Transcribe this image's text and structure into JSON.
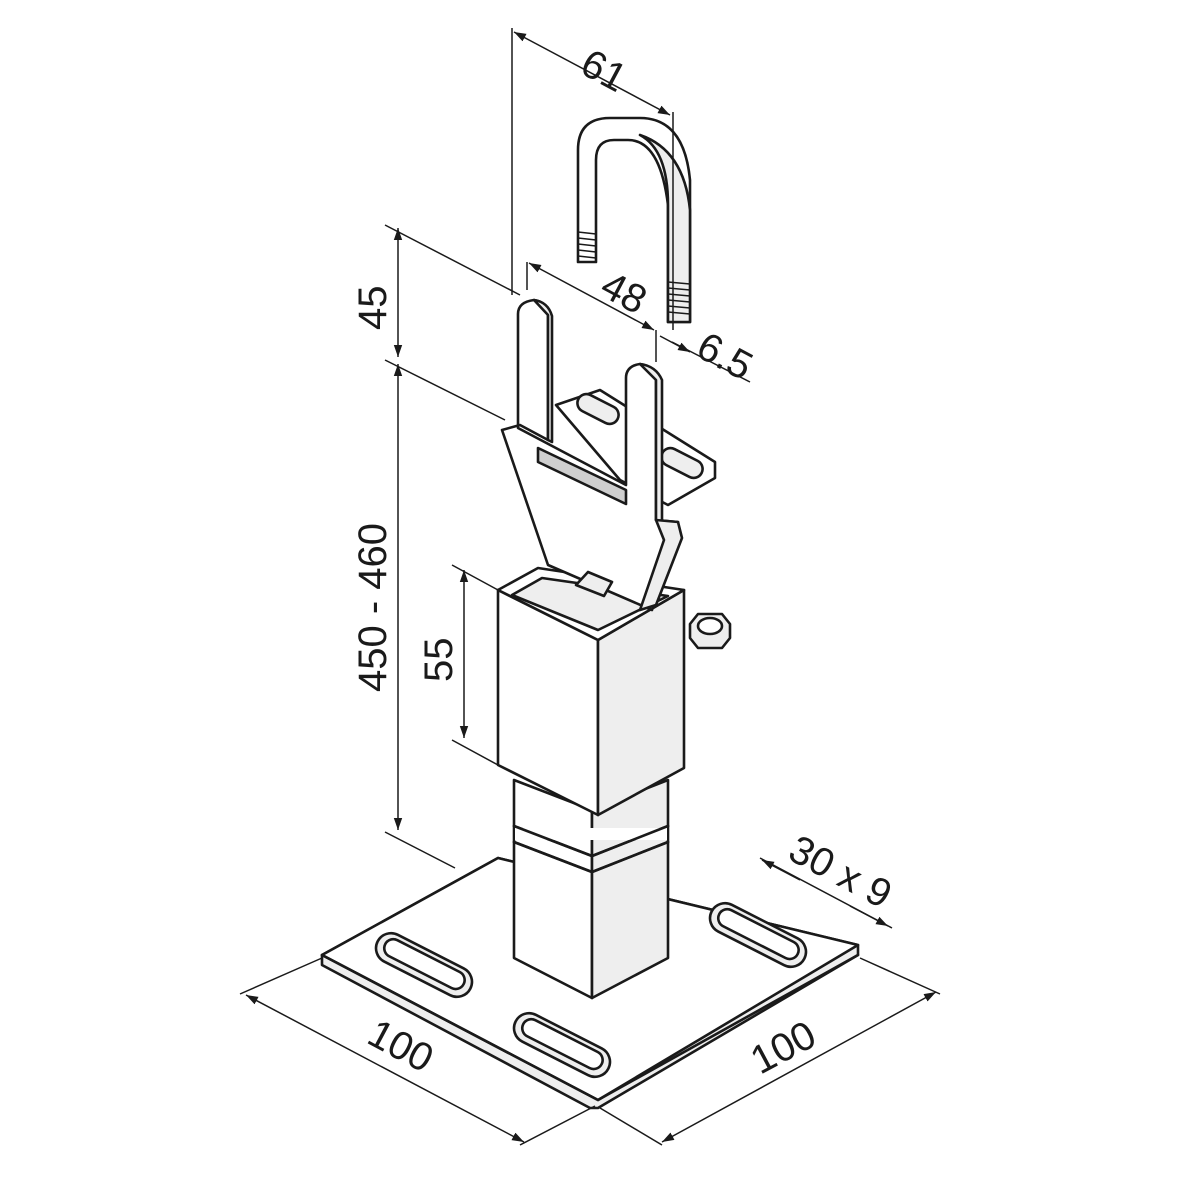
{
  "dimensions": {
    "uclamp_width": "61",
    "fork_width": "48",
    "bolt_diameter": "6.5",
    "fork_height": "45",
    "total_height": "450 - 460",
    "sleeve_height": "55",
    "slot_size": "30 x 9",
    "base_width_left": "100",
    "base_width_right": "100"
  },
  "colors": {
    "line": "#1a1a1a",
    "background": "#ffffff",
    "shade": "#eeeeee"
  }
}
